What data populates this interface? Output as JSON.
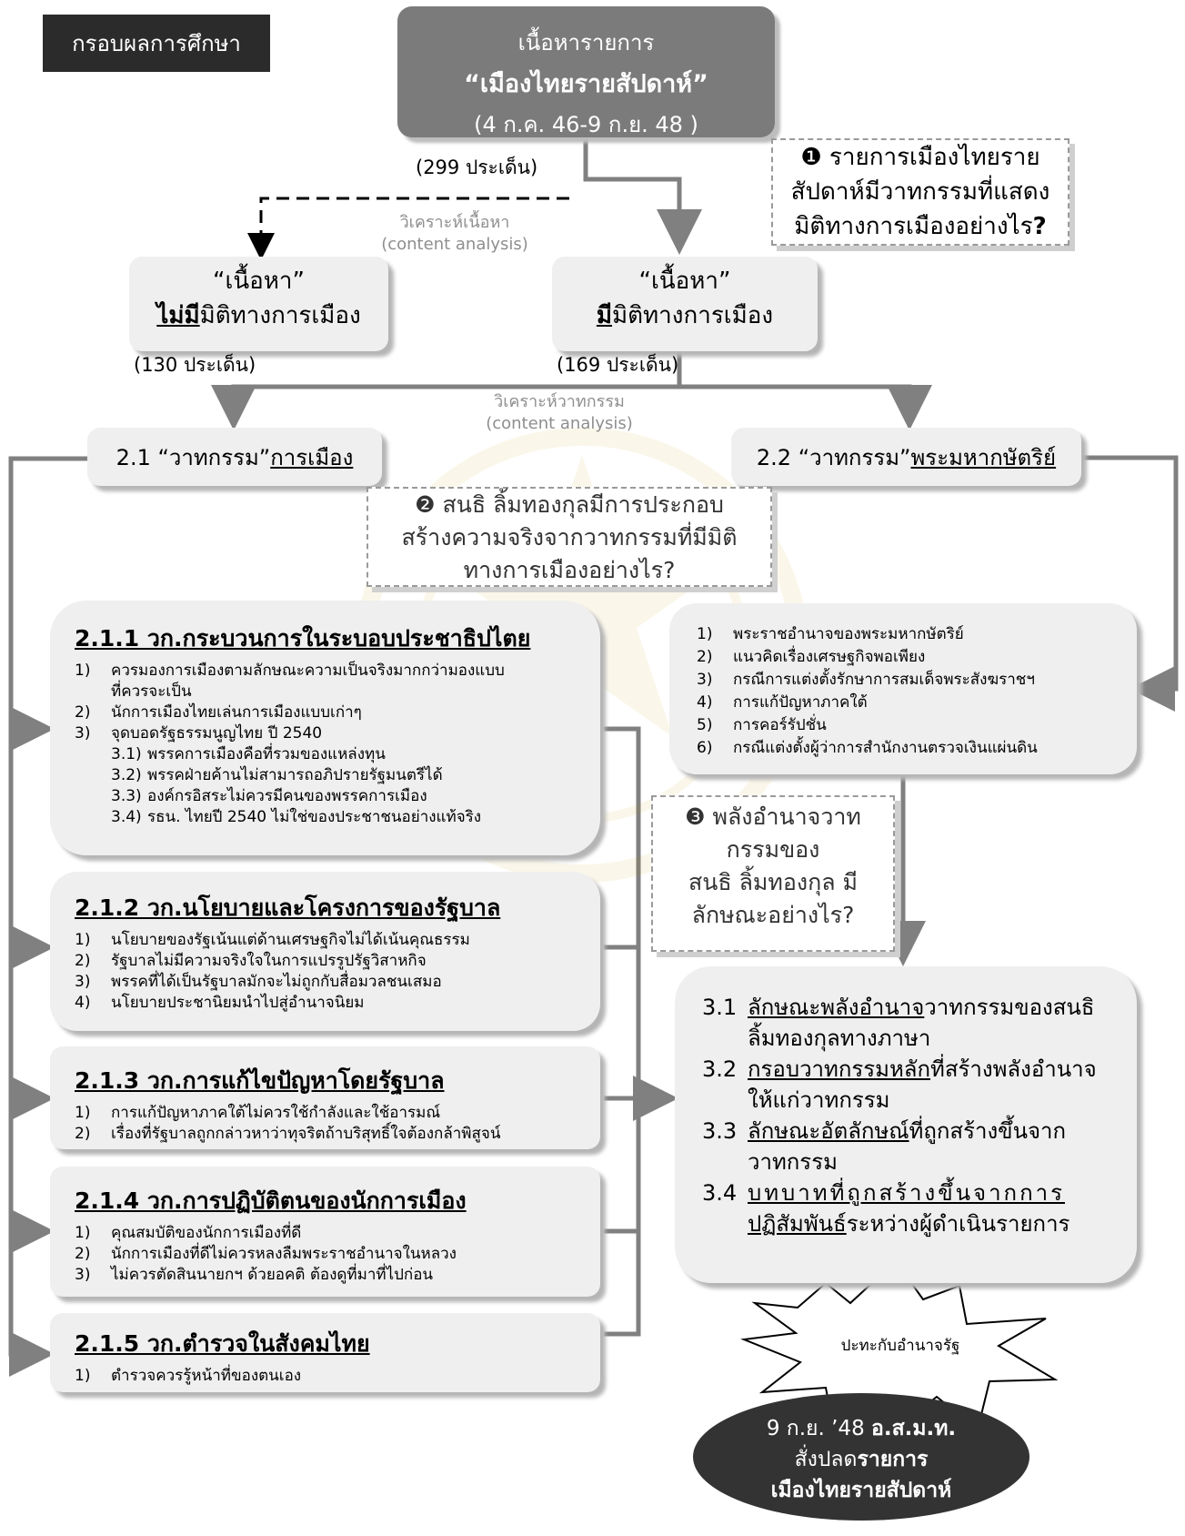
{
  "frame_label": "กรอบผลการศึกษา",
  "top": {
    "line1": "เนื้อหารายการ",
    "line2": "“เมืองไทยรายสัปดาห์”",
    "line3": "(4 ก.ค. 46-9 ก.ย. 48 )"
  },
  "count_total": "(299 ประเด็น)",
  "label_content_analysis_1": [
    "วิเคราะห์เนื้อหา",
    "(content analysis)"
  ],
  "label_content_analysis_2": [
    "วิเคราะห์วาทกรรม",
    "(content analysis)"
  ],
  "q1": [
    "❶ รายการเมืองไทยราย",
    "สัปดาห์มีวาทกรรมที่แสดง",
    "มิติทางการเมืองอย่างไร",
    "?"
  ],
  "no_dim": {
    "l1": "“เนื้อหา”",
    "u": "ไม่มี",
    "rest": "มิติทางการเมือง",
    "count": "(130 ประเด็น)"
  },
  "has_dim": {
    "l1": "“เนื้อหา”",
    "u": "มี",
    "rest": "มิติทางการเมือง",
    "count": "(169 ประเด็น)"
  },
  "b21": {
    "pre": "2.1 “วาทกรรม”",
    "u": "การเมือง"
  },
  "b22": {
    "pre": "2.2 “วาทกรรม” ",
    "u": "พระมหากษัตริย์"
  },
  "q2": [
    "❷ สนธิ ลิ้มทองกุลมีการประกอบ",
    "สร้างความจริงจากวาทกรรมที่มีมิติ",
    "ทางการเมืองอย่างไร?"
  ],
  "q3": [
    "❸ พลังอำนาจวาท",
    "กรรมของ",
    "สนธิ ลิ้มทองกุล มี",
    "ลักษณะอย่างไร?"
  ],
  "s211": {
    "title": "2.1.1 วก.กระบวนการในระบอบประชาธิปไตย",
    "items": [
      {
        "n": "1)",
        "t": "ควรมองการเมืองตามลักษณะความเป็นจริงมากกว่ามองแบบ"
      },
      {
        "n": "",
        "t": "ที่ควรจะเป็น"
      },
      {
        "n": "2)",
        "t": "นักการเมืองไทยเล่นการเมืองแบบเก่าๆ"
      },
      {
        "n": "3)",
        "t": "จุดบอดรัฐธรรมนูญไทย ปี 2540"
      }
    ],
    "subs": [
      {
        "n": "3.1)",
        "t": "พรรคการเมืองคือที่รวมของแหล่งทุน"
      },
      {
        "n": "3.2)",
        "t": "พรรคฝ่ายค้านไม่สามารถอภิปรายรัฐมนตรีได้"
      },
      {
        "n": "3.3)",
        "t": "องค์กรอิสระไม่ควรมีคนของพรรคการเมือง"
      },
      {
        "n": "3.4)",
        "t": "รธน. ไทยปี 2540 ไม่ใช่ของประชาชนอย่างแท้จริง"
      }
    ]
  },
  "s212": {
    "title": "2.1.2 วก.นโยบายและโครงการของรัฐบาล",
    "items": [
      {
        "n": "1)",
        "t": "นโยบายของรัฐเน้นแต่ด้านเศรษฐกิจไม่ได้เน้นคุณธรรม"
      },
      {
        "n": "2)",
        "t": "รัฐบาลไม่มีความจริงใจในการแปรรูปรัฐวิสาหกิจ"
      },
      {
        "n": "3)",
        "t": "พรรคที่ได้เป็นรัฐบาลมักจะไม่ถูกกับสื่อมวลชนเสมอ"
      },
      {
        "n": "4)",
        "t": "นโยบายประชานิยมนำไปสู่อำนาจนิยม"
      }
    ]
  },
  "s213": {
    "title": "2.1.3 วก.การแก้ไขปัญหาโดยรัฐบาล",
    "items": [
      {
        "n": "1)",
        "t": "การแก้ปัญหาภาคใต้ไม่ควรใช้กำลังและใช้อารมณ์"
      },
      {
        "n": "2)",
        "t": "เรื่องที่รัฐบาลถูกกล่าวหาว่าทุจริตถ้าบริสุทธิ์ใจต้องกล้าพิสูจน์"
      }
    ]
  },
  "s214": {
    "title": "2.1.4 วก.การปฏิบัติตนของนักการเมือง",
    "items": [
      {
        "n": "1)",
        "t": "คุณสมบัติของนักการเมืองที่ดี"
      },
      {
        "n": "2)",
        "t": "นักการเมืองที่ดีไม่ควรหลงลืมพระราชอำนาจในหลวง"
      },
      {
        "n": "3)",
        "t": "ไม่ควรตัดสินนายกฯ ด้วยอคติ ต้องดูที่มาที่ไปก่อน"
      }
    ]
  },
  "s215": {
    "title": "2.1.5 วก.ตำรวจในสังคมไทย",
    "items": [
      {
        "n": "1)",
        "t": "ตำรวจควรรู้หน้าที่ของตนเอง"
      }
    ]
  },
  "king_items": [
    {
      "n": "1)",
      "t": "พระราชอำนาจของพระมหากษัตริย์"
    },
    {
      "n": "2)",
      "t": "แนวคิดเรื่องเศรษฐกิจพอเพียง"
    },
    {
      "n": "3)",
      "t": "กรณีการแต่งตั้งรักษาการสมเด็จพระสังฆราชฯ"
    },
    {
      "n": "4)",
      "t": "การแก้ปัญหาภาคใต้"
    },
    {
      "n": "5)",
      "t": "การคอร์รัปชั่น"
    },
    {
      "n": "6)",
      "t": "กรณีแต่งตั้งผู้ว่าการสำนักงานตรวจเงินแผ่นดิน"
    }
  ],
  "s3": {
    "i31": {
      "n": "3.1",
      "u": "ลักษณะพลังอำนาจ",
      "rest": "วาทกรรมของสนธิ",
      "l2": "ลิ้มทองกุลทางภาษา"
    },
    "i32": {
      "n": "3.2",
      "u": "กรอบวาทกรรมหลัก",
      "rest": "ที่สร้างพลังอำนาจ",
      "l2": "ให้แก่วาทกรรม"
    },
    "i33": {
      "n": "3.3",
      "u": "ลักษณะอัตลักษณ์",
      "rest": "ที่ถูกสร้างขึ้นจาก",
      "l2": "วาทกรรม"
    },
    "i34": {
      "n": "3.4",
      "u1": "บทบาทที่ถูกสร้างขึ้นจากการ",
      "u2": "ปฏิสัมพันธ์",
      "rest2": "ระหว่างผู้ดำเนินรายการ"
    }
  },
  "burst_text": "ปะทะกับอำนาจรัฐ",
  "oval": {
    "pre": "9 ก.ย. ’48 ",
    "bold1": "อ.ส.ม.ท.",
    "pre2": "สั่งปลด",
    "bold2": "รายการ",
    "line3": "เมืองไทยรายสัปดาห์"
  }
}
